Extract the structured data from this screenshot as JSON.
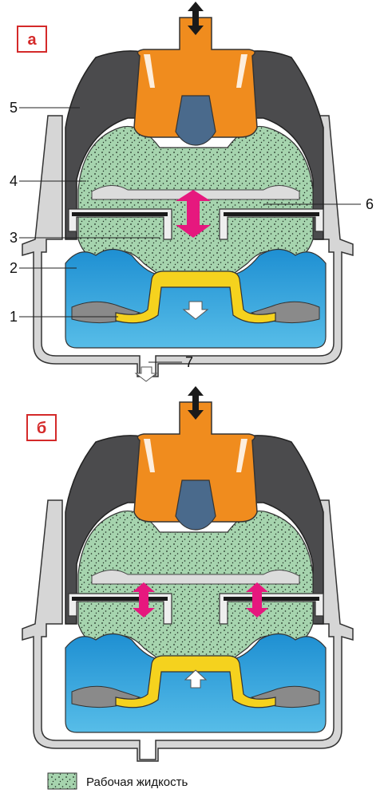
{
  "panels": [
    {
      "letter": "а",
      "callouts": [
        "5",
        "4",
        "3",
        "2",
        "1",
        "6",
        "7"
      ]
    },
    {
      "letter": "б"
    }
  ],
  "legend": {
    "label": "Рабочая жидкость"
  },
  "colors": {
    "panel_letter": "#d42a2a",
    "engine_mount": "#f08c1e",
    "rubber": "#4b4b4d",
    "fluid": "#a6d4ae",
    "lower_fluid": "#2aa3dc",
    "yellow_part": "#f5d21e",
    "magenta_arrow": "#e6187e",
    "metal": "#d6d6d6"
  }
}
